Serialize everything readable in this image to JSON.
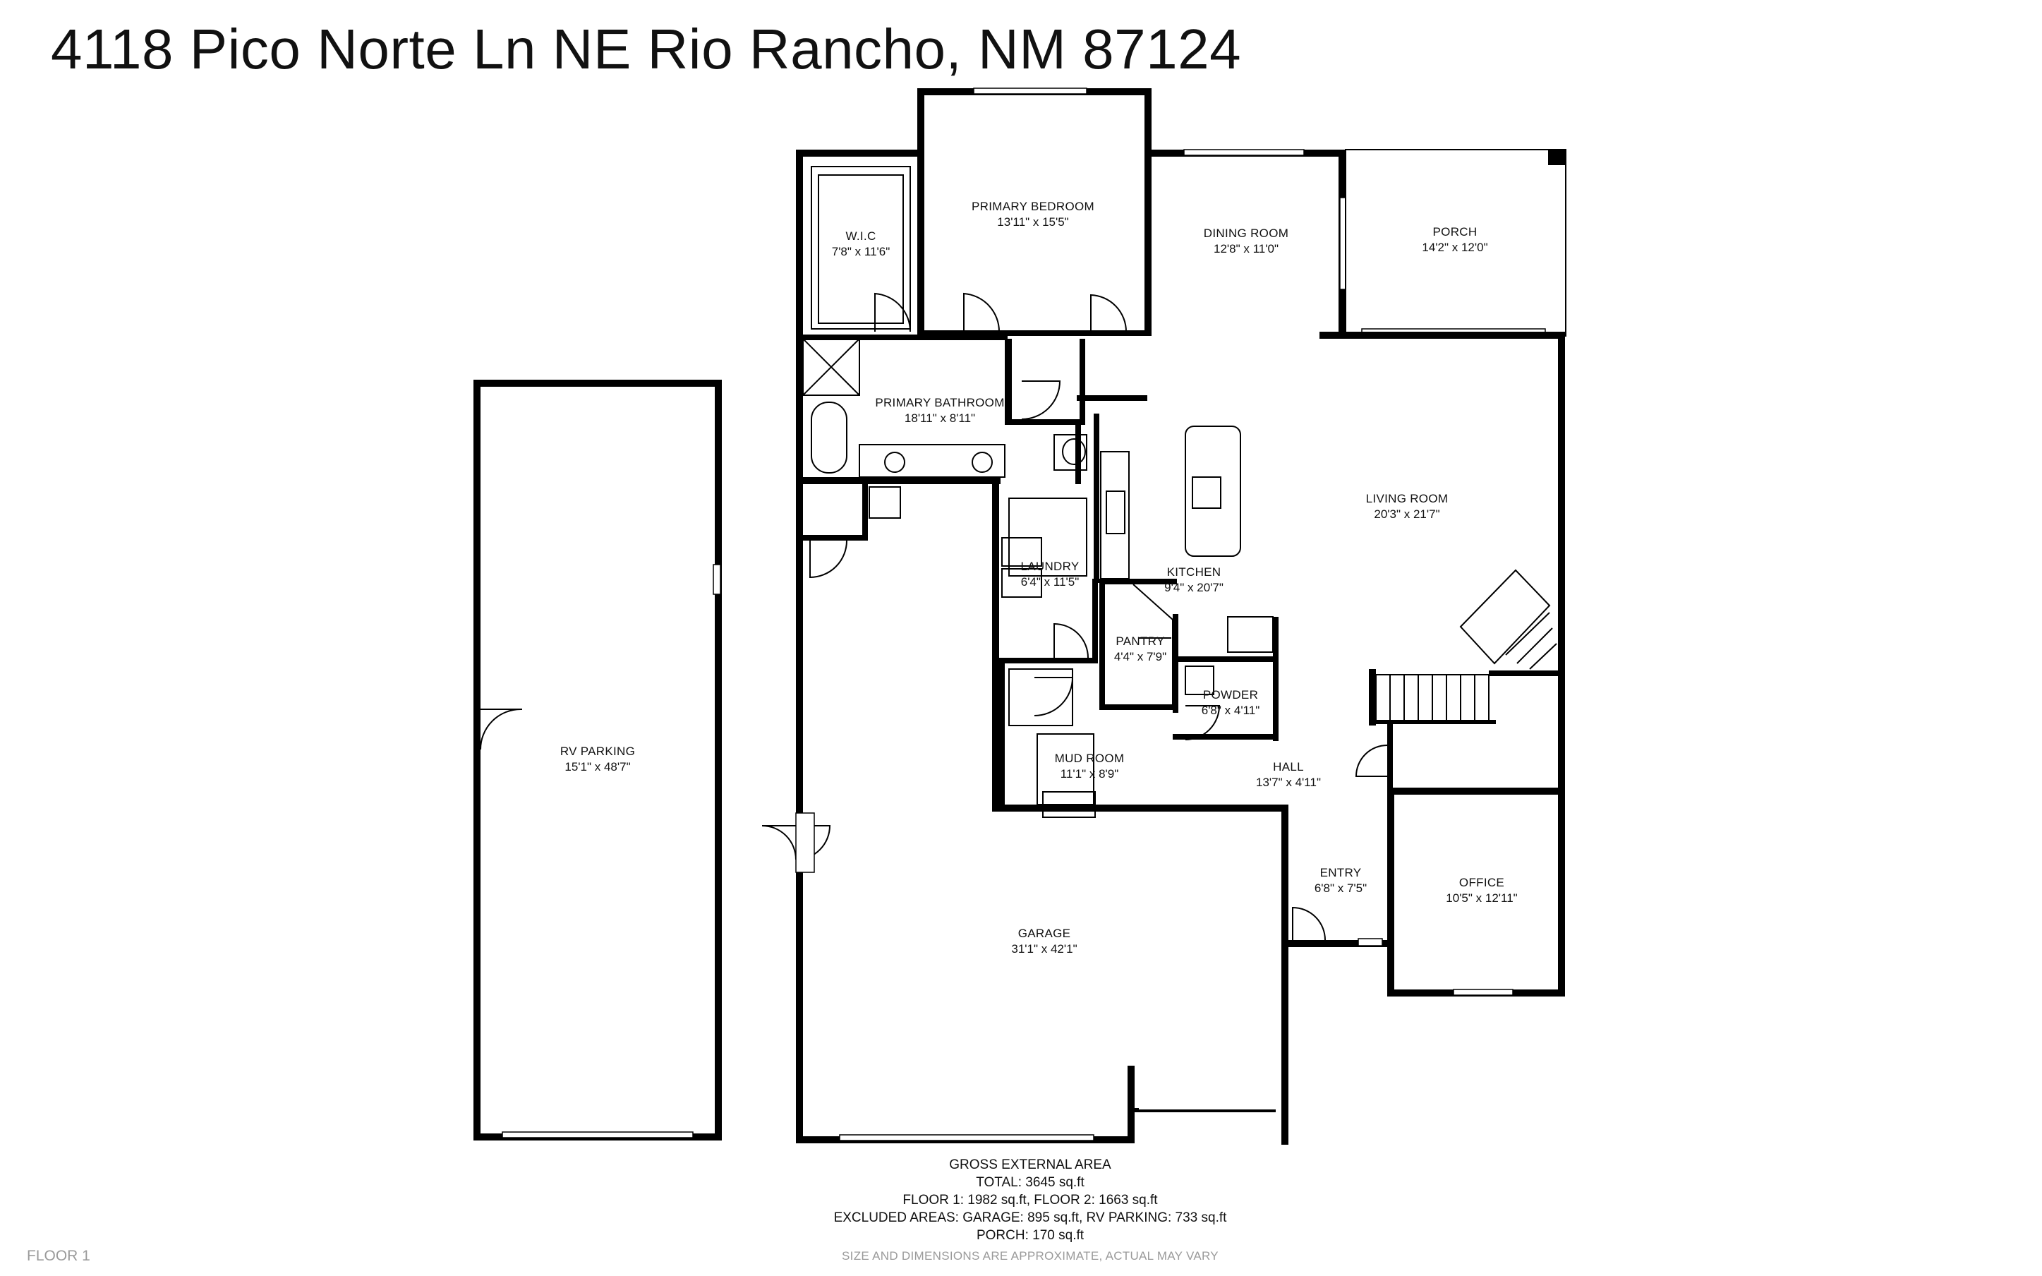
{
  "title": "4118 Pico Norte Ln NE Rio Rancho, NM 87124",
  "rooms": {
    "wic": {
      "name": "W.I.C",
      "dims": "7'8\" x 11'6\""
    },
    "primary_bedroom": {
      "name": "PRIMARY BEDROOM",
      "dims": "13'11\" x 15'5\""
    },
    "dining_room": {
      "name": "DINING ROOM",
      "dims": "12'8\" x 11'0\""
    },
    "porch": {
      "name": "PORCH",
      "dims": "14'2\" x 12'0\""
    },
    "primary_bathroom": {
      "name": "PRIMARY BATHROOM",
      "dims": "18'11\" x 8'11\""
    },
    "living_room": {
      "name": "LIVING ROOM",
      "dims": "20'3\" x 21'7\""
    },
    "laundry": {
      "name": "LAUNDRY",
      "dims": "6'4\" x 11'5\""
    },
    "kitchen": {
      "name": "KITCHEN",
      "dims": "9'4\" x 20'7\""
    },
    "pantry": {
      "name": "PANTRY",
      "dims": "4'4\" x 7'9\""
    },
    "powder": {
      "name": "POWDER",
      "dims": "6'8\" x 4'11\""
    },
    "rv_parking": {
      "name": "RV PARKING",
      "dims": "15'1\" x 48'7\""
    },
    "mud_room": {
      "name": "MUD ROOM",
      "dims": "11'1\" x 8'9\""
    },
    "hall": {
      "name": "HALL",
      "dims": "13'7\" x 4'11\""
    },
    "entry": {
      "name": "ENTRY",
      "dims": "6'8\" x 7'5\""
    },
    "office": {
      "name": "OFFICE",
      "dims": "10'5\" x 12'11\""
    },
    "garage": {
      "name": "GARAGE",
      "dims": "31'1\" x 42'1\""
    }
  },
  "summary": {
    "heading": "GROSS EXTERNAL AREA",
    "total": "TOTAL: 3645 sq.ft",
    "floors": "FLOOR 1: 1982 sq.ft, FLOOR 2: 1663 sq.ft",
    "excluded": "EXCLUDED AREAS: GARAGE: 895 sq.ft, RV PARKING: 733 sq.ft",
    "porch": "PORCH: 170 sq.ft"
  },
  "floor_label": "FLOOR 1",
  "disclaimer": "SIZE AND DIMENSIONS ARE APPROXIMATE, ACTUAL MAY VARY"
}
